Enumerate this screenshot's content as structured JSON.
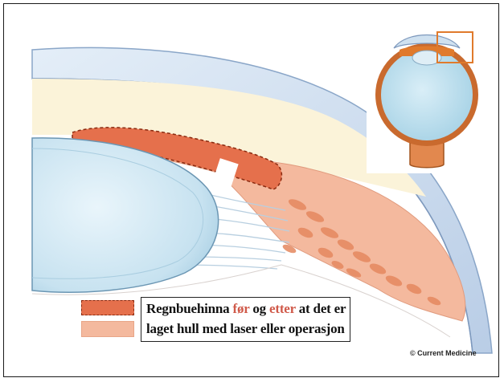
{
  "legend": {
    "line1_start": "Regnbuehinna",
    "line1_before": "før",
    "line1_og": "og",
    "line1_after": "etter",
    "line1_end": "at det er",
    "line2": "laget hull med laser eller operasjon"
  },
  "credit": "© Current Medicine",
  "colors": {
    "iris_before": "#e5704c",
    "iris_after": "#f4b99e",
    "accent_text": "#d05a4a",
    "lens": "#cfe6f2",
    "sclera_wall": "#c96a2e",
    "inset_highlight": "#e07a2c"
  }
}
